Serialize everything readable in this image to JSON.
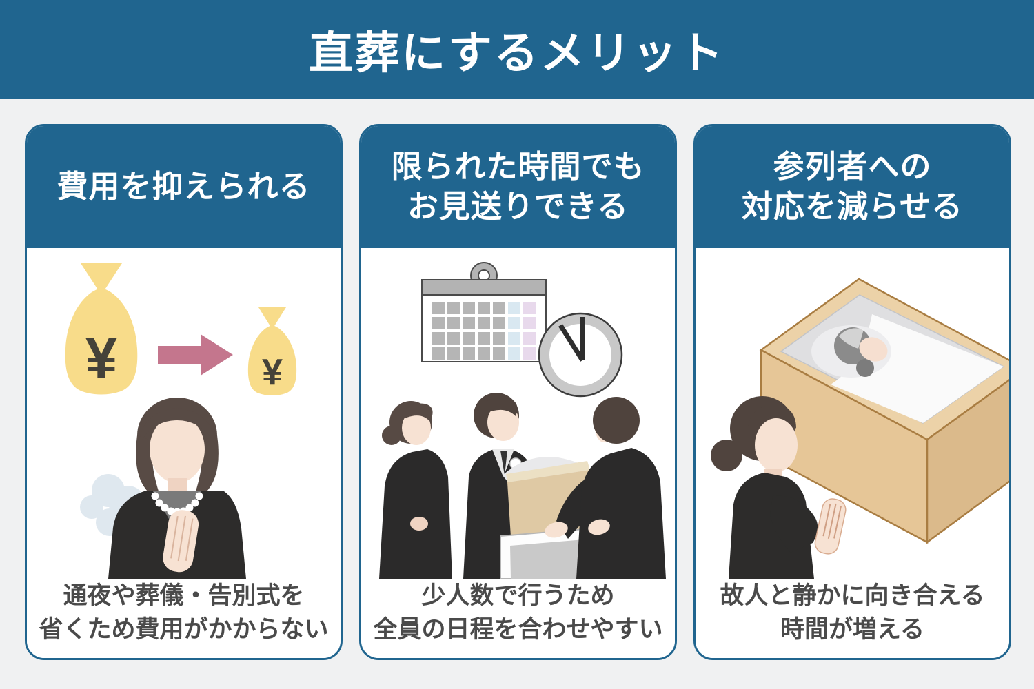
{
  "page": {
    "title": "直葬にするメリット",
    "background_color": "#f0f1f2",
    "accent_color": "#20658f",
    "caption_text_color": "#4a4a4a"
  },
  "cards": [
    {
      "title_lines": [
        "費用を抑えられる"
      ],
      "caption_lines": [
        "通夜や葬儀・告別式を",
        "省くため費用がかからない"
      ],
      "illustration": {
        "name": "cost-reduction",
        "description": "large yen money bag, arrow to smaller yen money bag, relieved woman in mourning dress",
        "money_symbol_large": "¥",
        "money_symbol_small": "¥",
        "bag_color": "#f8dc8a",
        "arrow_color": "#c4768d"
      }
    },
    {
      "title_lines": [
        "限られた時間でも",
        "お見送りできる"
      ],
      "caption_lines": [
        "少人数で行うため",
        "全員の日程を合わせやすい"
      ],
      "illustration": {
        "name": "limited-time-sendoff",
        "description": "calendar and clock above mourners moving a coffin on a cart",
        "calendar_highlight_colors": [
          "#d9e8f1",
          "#e8d9ec"
        ],
        "coffin_color": "#dfc9a4"
      }
    },
    {
      "title_lines": [
        "参列者への",
        "対応を減らせる"
      ],
      "caption_lines": [
        "故人と静かに向き合える",
        "時間が増える"
      ],
      "illustration": {
        "name": "fewer-attendee-duties",
        "description": "woman praying beside open wooden coffin with deceased elder",
        "coffin_color": "#e6c697"
      }
    }
  ]
}
